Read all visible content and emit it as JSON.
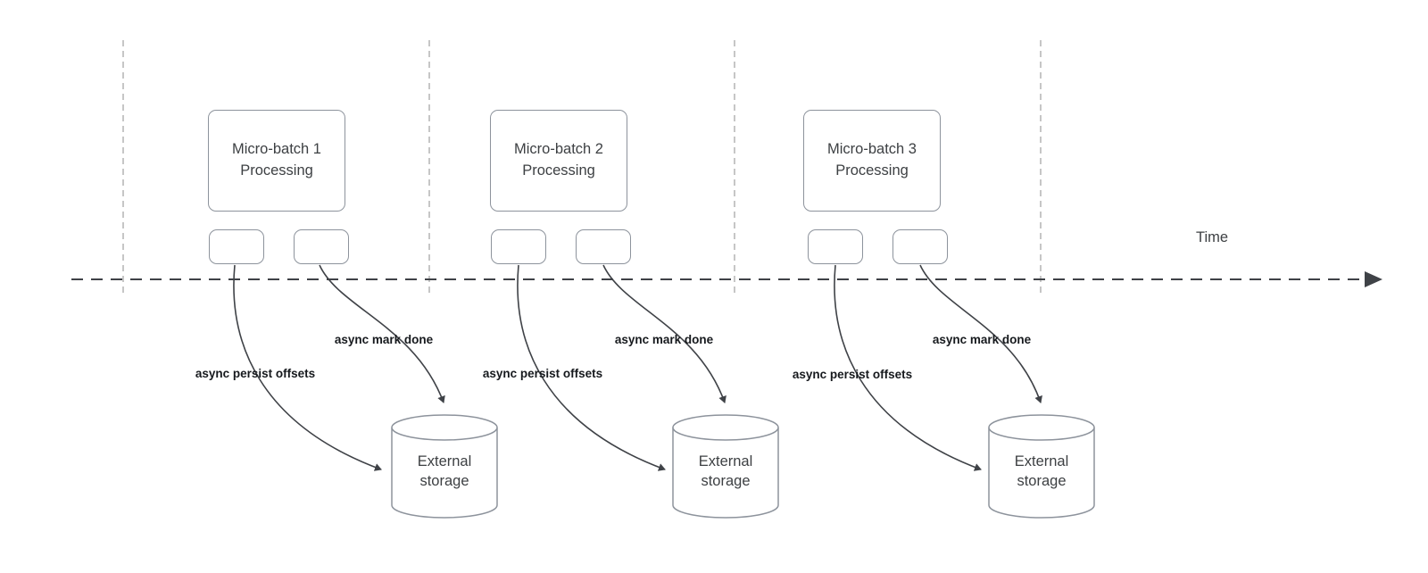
{
  "diagram": {
    "time_label": "Time",
    "groups": [
      {
        "title_line1": "Micro-batch 1",
        "title_line2": "Processing",
        "persist_label": "async persist offsets",
        "done_label": "async mark done",
        "storage_label": "External storage"
      },
      {
        "title_line1": "Micro-batch 2",
        "title_line2": "Processing",
        "persist_label": "async persist offsets",
        "done_label": "async mark done",
        "storage_label": "External storage"
      },
      {
        "title_line1": "Micro-batch 3",
        "title_line2": "Processing",
        "persist_label": "async persist offsets",
        "done_label": "async mark done",
        "storage_label": "External storage"
      }
    ],
    "colors": {
      "node_border": "#8d939c",
      "arrow_stroke": "#3f4247",
      "node_text": "#3d4043",
      "label_text": "#16191d",
      "guide_line": "#b3b3b3"
    }
  }
}
